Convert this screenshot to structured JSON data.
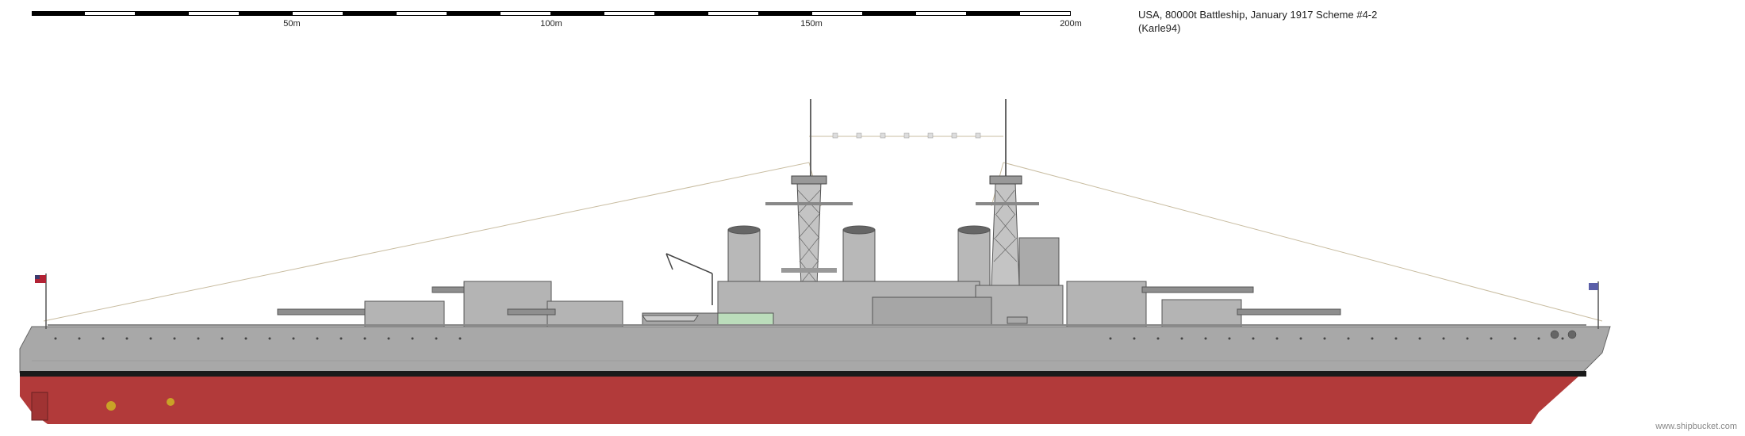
{
  "scale": {
    "labels": [
      "50m",
      "100m",
      "150m",
      "200m"
    ],
    "segment_colors": [
      "#000000",
      "#ffffff"
    ]
  },
  "drawing": {
    "title": "USA, 80000t Battleship, January 1917 Scheme #4-2",
    "author": "(Karle94)",
    "watermark": "www.shipbucket.com"
  },
  "colors": {
    "hull_grey": "#a8a8a8",
    "superstructure_grey": "#b4b4b4",
    "dark_grey": "#6a6a6a",
    "boot_topping": "#1a1a1a",
    "antifouling_red": "#b23a3a",
    "rigging": "#c8bca0",
    "brass": "#c9a227"
  }
}
